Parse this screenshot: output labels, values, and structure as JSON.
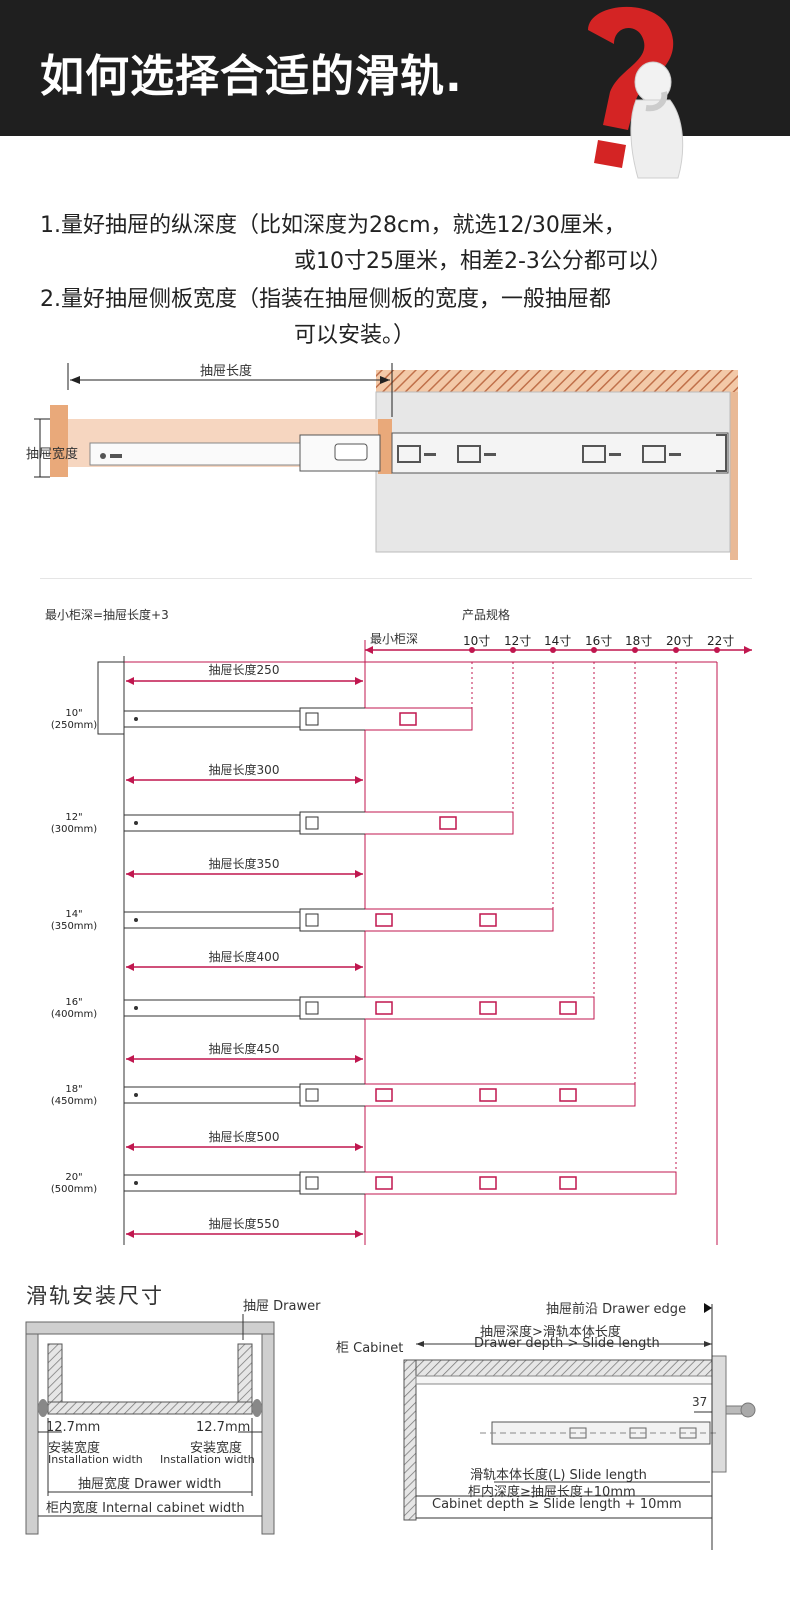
{
  "header": {
    "title": "如何选择合适的滑轨."
  },
  "instructions": {
    "line1": "1.量好抽屉的纵深度（比如深度为28cm，就选12/30厘米，",
    "line1b": "或10寸25厘米，相差2-3公分都可以）",
    "line2": "2.量好抽屉侧板宽度（指装在抽屉侧板的宽度，一般抽屉都",
    "line2b": "可以安装。）"
  },
  "diagram1": {
    "drawer_length_label": "抽屉长度",
    "drawer_width_label": "抽屉宽度"
  },
  "spec_chart": {
    "min_depth_formula": "最小柜深=抽屉长度+3",
    "product_spec_label": "产品规格",
    "min_depth_label": "最小柜深",
    "ticks": [
      "10寸",
      "12寸",
      "14寸",
      "16寸",
      "18寸",
      "20寸",
      "22寸"
    ],
    "rows": [
      {
        "size": "10\"",
        "mm": "(250mm)",
        "length_label": "抽屉长度250"
      },
      {
        "size": "12\"",
        "mm": "(300mm)",
        "length_label": "抽屉长度300"
      },
      {
        "size": "14\"",
        "mm": "(350mm)",
        "length_label": "抽屉长度350"
      },
      {
        "size": "16\"",
        "mm": "(400mm)",
        "length_label": "抽屉长度400"
      },
      {
        "size": "18\"",
        "mm": "(450mm)",
        "length_label": "抽屉长度450"
      },
      {
        "size": "20\"",
        "mm": "(500mm)",
        "length_label": "抽屉长度500"
      }
    ],
    "last_length_label": "抽屉长度550",
    "accent_color": "#c0174f"
  },
  "install": {
    "title": "滑轨安装尺寸",
    "drawer": "抽屉 Drawer",
    "gap_left": "12.7mm",
    "gap_right": "12.7mm",
    "install_width_cn": "安装宽度",
    "install_width_en": "Installation width",
    "drawer_width": "抽屉宽度 Drawer width",
    "cabinet_inner_width": "柜内宽度 Internal cabinet width",
    "drawer_edge": "抽屉前沿 Drawer edge",
    "depth_cn": "抽屉深度>滑轨本体长度",
    "depth_en": "Drawer depth > Slide length",
    "cabinet": "柜 Cabinet",
    "dim_37": "37",
    "slide_length": "滑轨本体长度(L)  Slide length",
    "cabinet_depth_cn": "柜内深度≥抽屉长度+10mm",
    "cabinet_depth_en": "Cabinet depth ≥ Slide length + 10mm"
  }
}
